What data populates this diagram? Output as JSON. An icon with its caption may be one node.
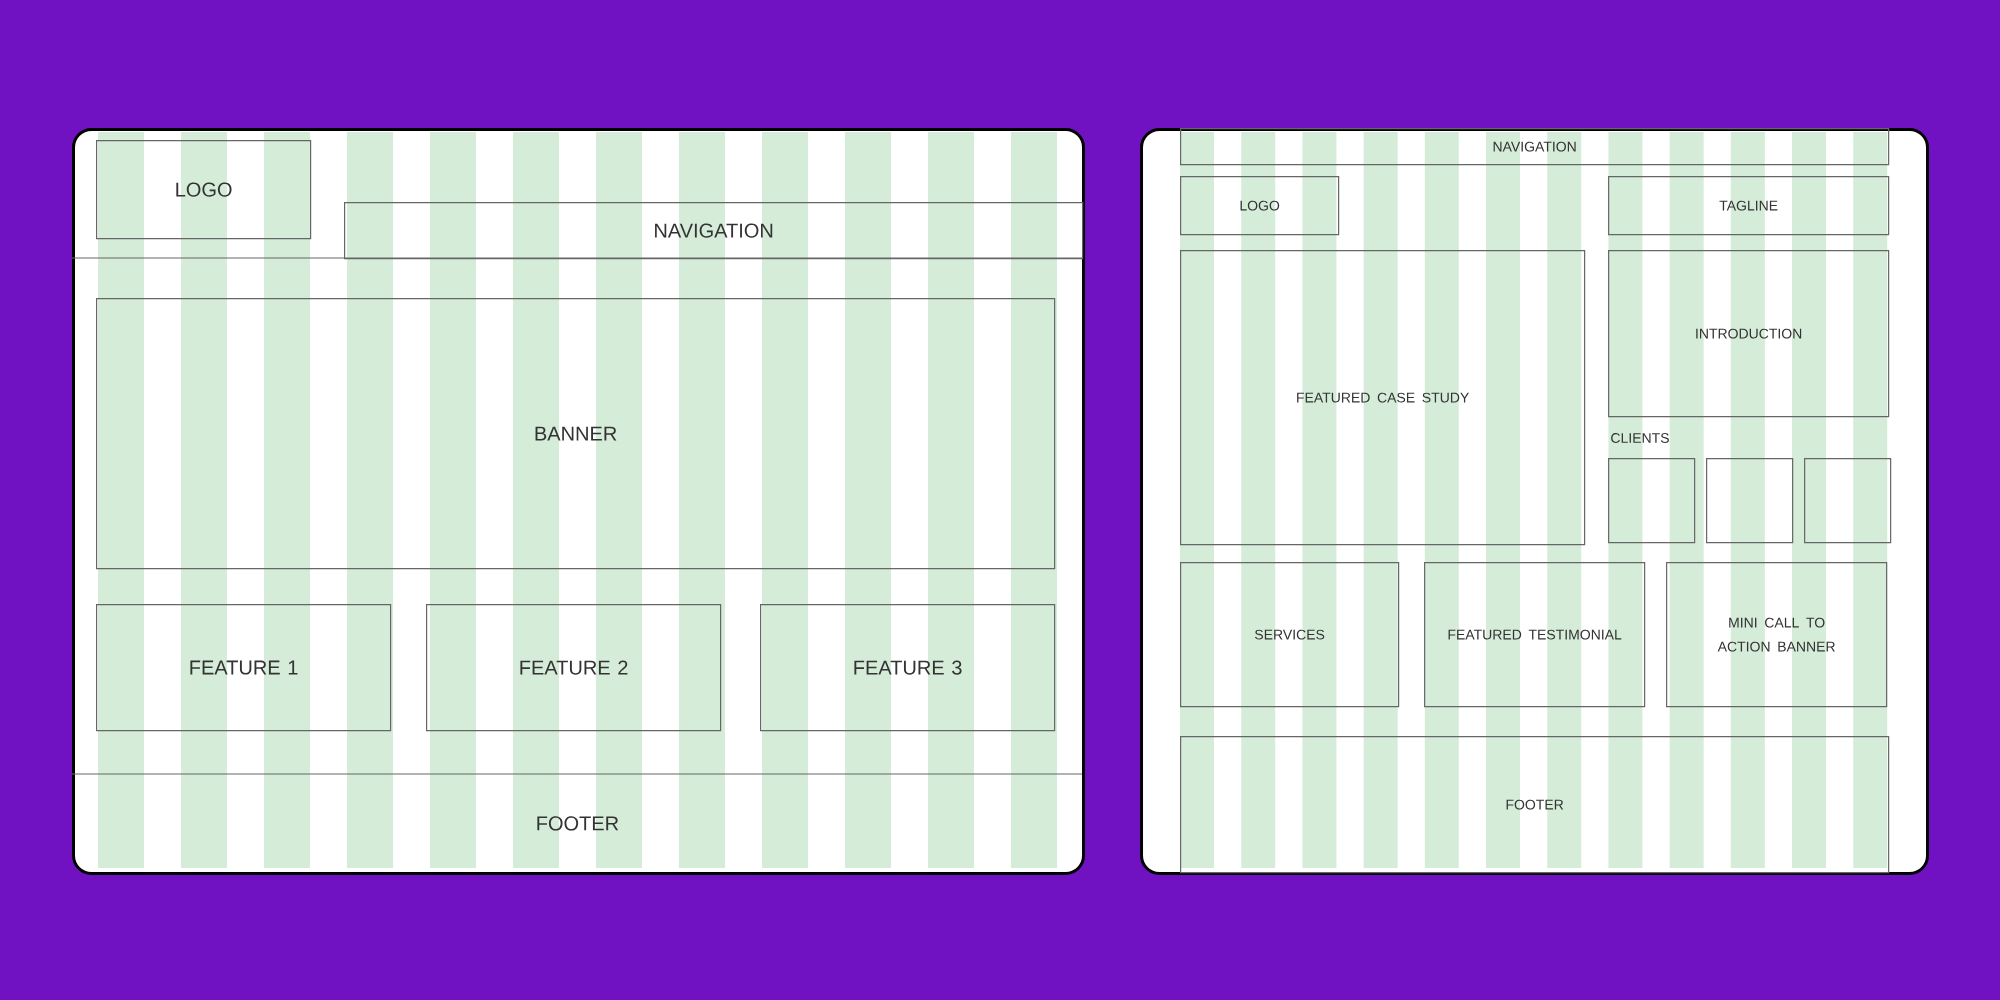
{
  "diagram": {
    "nodes": [
      {
        "text": [],
        "shape": "box"
      },
      {
        "text": [
          "LOGO"
        ],
        "in": 0
      },
      {
        "text": [
          "NAVIGATION"
        ],
        "in": 0
      },
      {
        "text": [
          "BANNER"
        ],
        "in": 0
      },
      {
        "text": [
          "FEATURE 1"
        ],
        "in": 0
      },
      {
        "text": [
          "FEATURE 2"
        ],
        "in": 0
      },
      {
        "text": [
          "FEATURE 3"
        ],
        "in": 0
      },
      {
        "text": [
          "FOOTER"
        ],
        "in": 0
      },
      {
        "text": [],
        "shape": "box"
      },
      {
        "text": [
          "NAVIGATION"
        ],
        "in": 8
      },
      {
        "text": [
          "LOGO"
        ],
        "in": 8
      },
      {
        "text": [
          "TAGLINE"
        ],
        "in": 8
      },
      {
        "text": [
          "FEATURED CASE STUDY"
        ],
        "in": 8
      },
      {
        "text": [
          "INTRODUCTION"
        ],
        "in": 8
      },
      {
        "text": [],
        "shape": "box",
        "in": 8
      },
      {
        "text": [],
        "shape": "box",
        "in": 8
      },
      {
        "text": [],
        "shape": "box",
        "in": 8
      },
      {
        "text": [
          "SERVICES"
        ],
        "in": 8
      },
      {
        "text": [
          "FEATURED TESTIMONIAL"
        ],
        "in": 8
      },
      {
        "text": [
          "MINI CALL TO ACTION BANNER"
        ],
        "in": 8
      },
      {
        "text": [
          "FOOTER"
        ],
        "in": 8
      }
    ],
    "labels": [
      "CLIENTS"
    ]
  }
}
